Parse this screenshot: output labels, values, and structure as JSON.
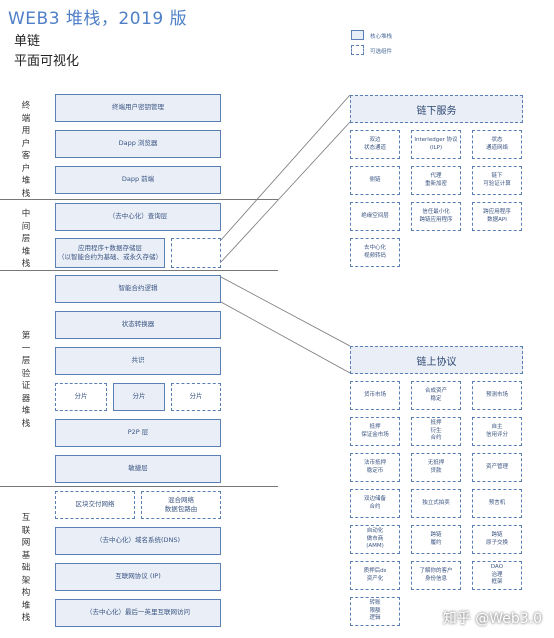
{
  "title": "WEB3 堆栈，2019 版",
  "subtitle1": "单链",
  "subtitle2": "平面可视化",
  "legend": {
    "core": "核心堆栈",
    "optional": "可选组件"
  },
  "left_labels": {
    "user": "终端用户客户堆栈",
    "middle": "中间层堆栈",
    "layer1": "第一层验证器堆栈",
    "infra": "互联网基础架构堆栈"
  },
  "left_blocks": {
    "account_mgmt": "终端用户密钥管理",
    "dapp_browser": "Dapp 浏览器",
    "dapp_client": "Dapp 前端",
    "query_layer": "（去中心化）查询层",
    "app_storage_1": "应用程序+数据存储层",
    "app_storage_2": "（以智能合约为基础、或永久存储）",
    "smart_contract": "智能合约逻辑",
    "state_converter": "状态转换器",
    "consensus": "共识",
    "shard_left": "分片",
    "shard_mid": "分片",
    "shard_right": "分片",
    "p2p": "P2P 层",
    "mining": "敏捷层",
    "blockchain_net": "区块交付网络",
    "mixnet_1": "混合网络",
    "mixnet_2": "数据包路由",
    "dns": "（去中心化）域名系统(DNS)",
    "ip": "互联网协议 (IP)",
    "last_mile": "（去中心化）最后一英里互联网访问"
  },
  "offchain": {
    "header": "链下服务",
    "cells": [
      [
        "双边",
        "状态通道"
      ],
      [
        "Interledger 协议",
        "(ILP)"
      ],
      [
        "状态",
        "通道网络"
      ],
      [
        "侧链"
      ],
      [
        "代理",
        "重新加密"
      ],
      [
        "链下",
        "可验证计算"
      ],
      [
        "绝缘空间层"
      ],
      [
        "信任最小化",
        "跨链应用程序"
      ],
      [
        "跨应用程序",
        "数据API"
      ],
      [
        "去中心化",
        "视频转码"
      ]
    ]
  },
  "onchain": {
    "header": "链上协议",
    "cells": [
      [
        "货币市场"
      ],
      [
        "合成资产",
        "稳定"
      ],
      [
        "预测市场"
      ],
      [
        "抵押",
        "保证金市场"
      ],
      [
        "抵押",
        "衍生",
        "合约"
      ],
      [
        "自主",
        "信用评分"
      ],
      [
        "法币抵押",
        "稳定币"
      ],
      [
        "无抵押",
        "贷款"
      ],
      [
        "资产管理"
      ],
      [
        "双边储备",
        "合约"
      ],
      [
        "独立式拍卖"
      ],
      [
        "预言机"
      ],
      [
        "自动化",
        "做市商",
        "(AMM)"
      ],
      [
        "跨链",
        "履约"
      ],
      [
        "跨链",
        "原子交换"
      ],
      [
        "质押后ds",
        "资产化"
      ],
      [
        "了解你的客户",
        "身份信息"
      ],
      [
        "DAO",
        "治理",
        "框架"
      ],
      [
        "转账",
        "限额",
        "逻辑"
      ]
    ]
  },
  "watermark": "知乎 @Web3.0",
  "colors": {
    "accent": "#4f7fc6",
    "border": "#5a7fb5",
    "fill": "#e9eef7"
  }
}
